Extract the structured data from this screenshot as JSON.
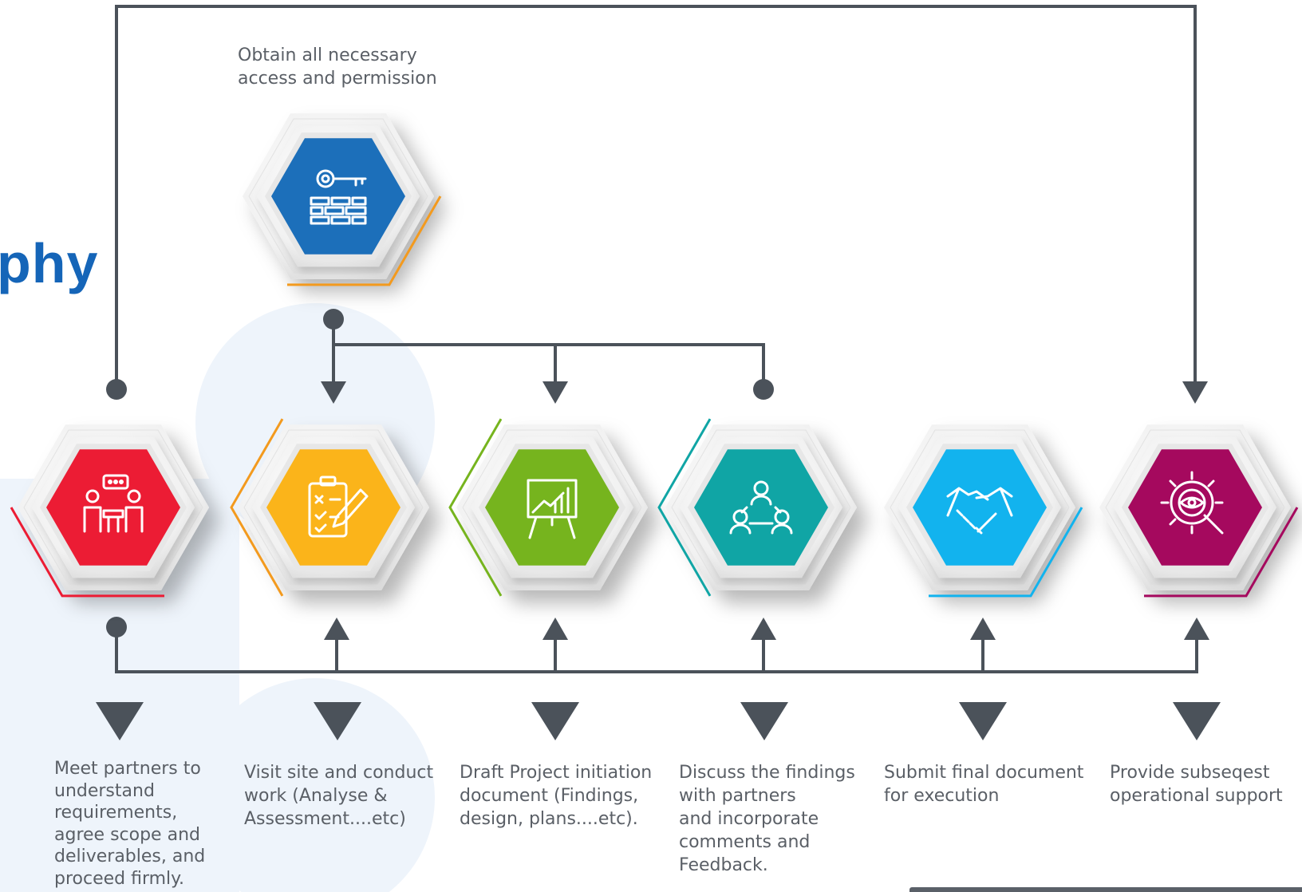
{
  "title_fragment": "phy",
  "top_step": {
    "label": "Obtain all necessary\naccess and permission",
    "icon": "key-firewall-icon",
    "color": "#1c6fba",
    "accent": "#f39a1e"
  },
  "steps": [
    {
      "label": "Meet partners to\nunderstand\nrequirements,\nagree scope and\ndeliverables, and\nproceed firmly.",
      "icon": "meeting-icon",
      "color": "#ec1c34",
      "accent": "#ec1c34"
    },
    {
      "label": "Visit site and conduct\nwork (Analyse &\nAssessment....etc)",
      "icon": "clipboard-checklist-icon",
      "color": "#fbb41a",
      "accent": "#f39a1e"
    },
    {
      "label": "Draft Project initiation\ndocument (Findings,\ndesign, plans....etc).",
      "icon": "presentation-chart-icon",
      "color": "#76b41e",
      "accent": "#76b41e"
    },
    {
      "label": "Discuss the findings\nwith partners\nand incorporate\ncomments and\nFeedback.",
      "icon": "team-network-icon",
      "color": "#10a5a5",
      "accent": "#10a5a5"
    },
    {
      "label": "Submit final document\nfor execution",
      "icon": "handshake-icon",
      "color": "#12b3ee",
      "accent": "#12b3ee"
    },
    {
      "label": "Provide subseqest\noperational support",
      "icon": "gear-eye-magnifier-icon",
      "color": "#a5095e",
      "accent": "#a5095e"
    }
  ],
  "colors": {
    "connector": "#4b525a",
    "background_blob": "#eef4fb",
    "footer_bar": "#5a6068"
  }
}
